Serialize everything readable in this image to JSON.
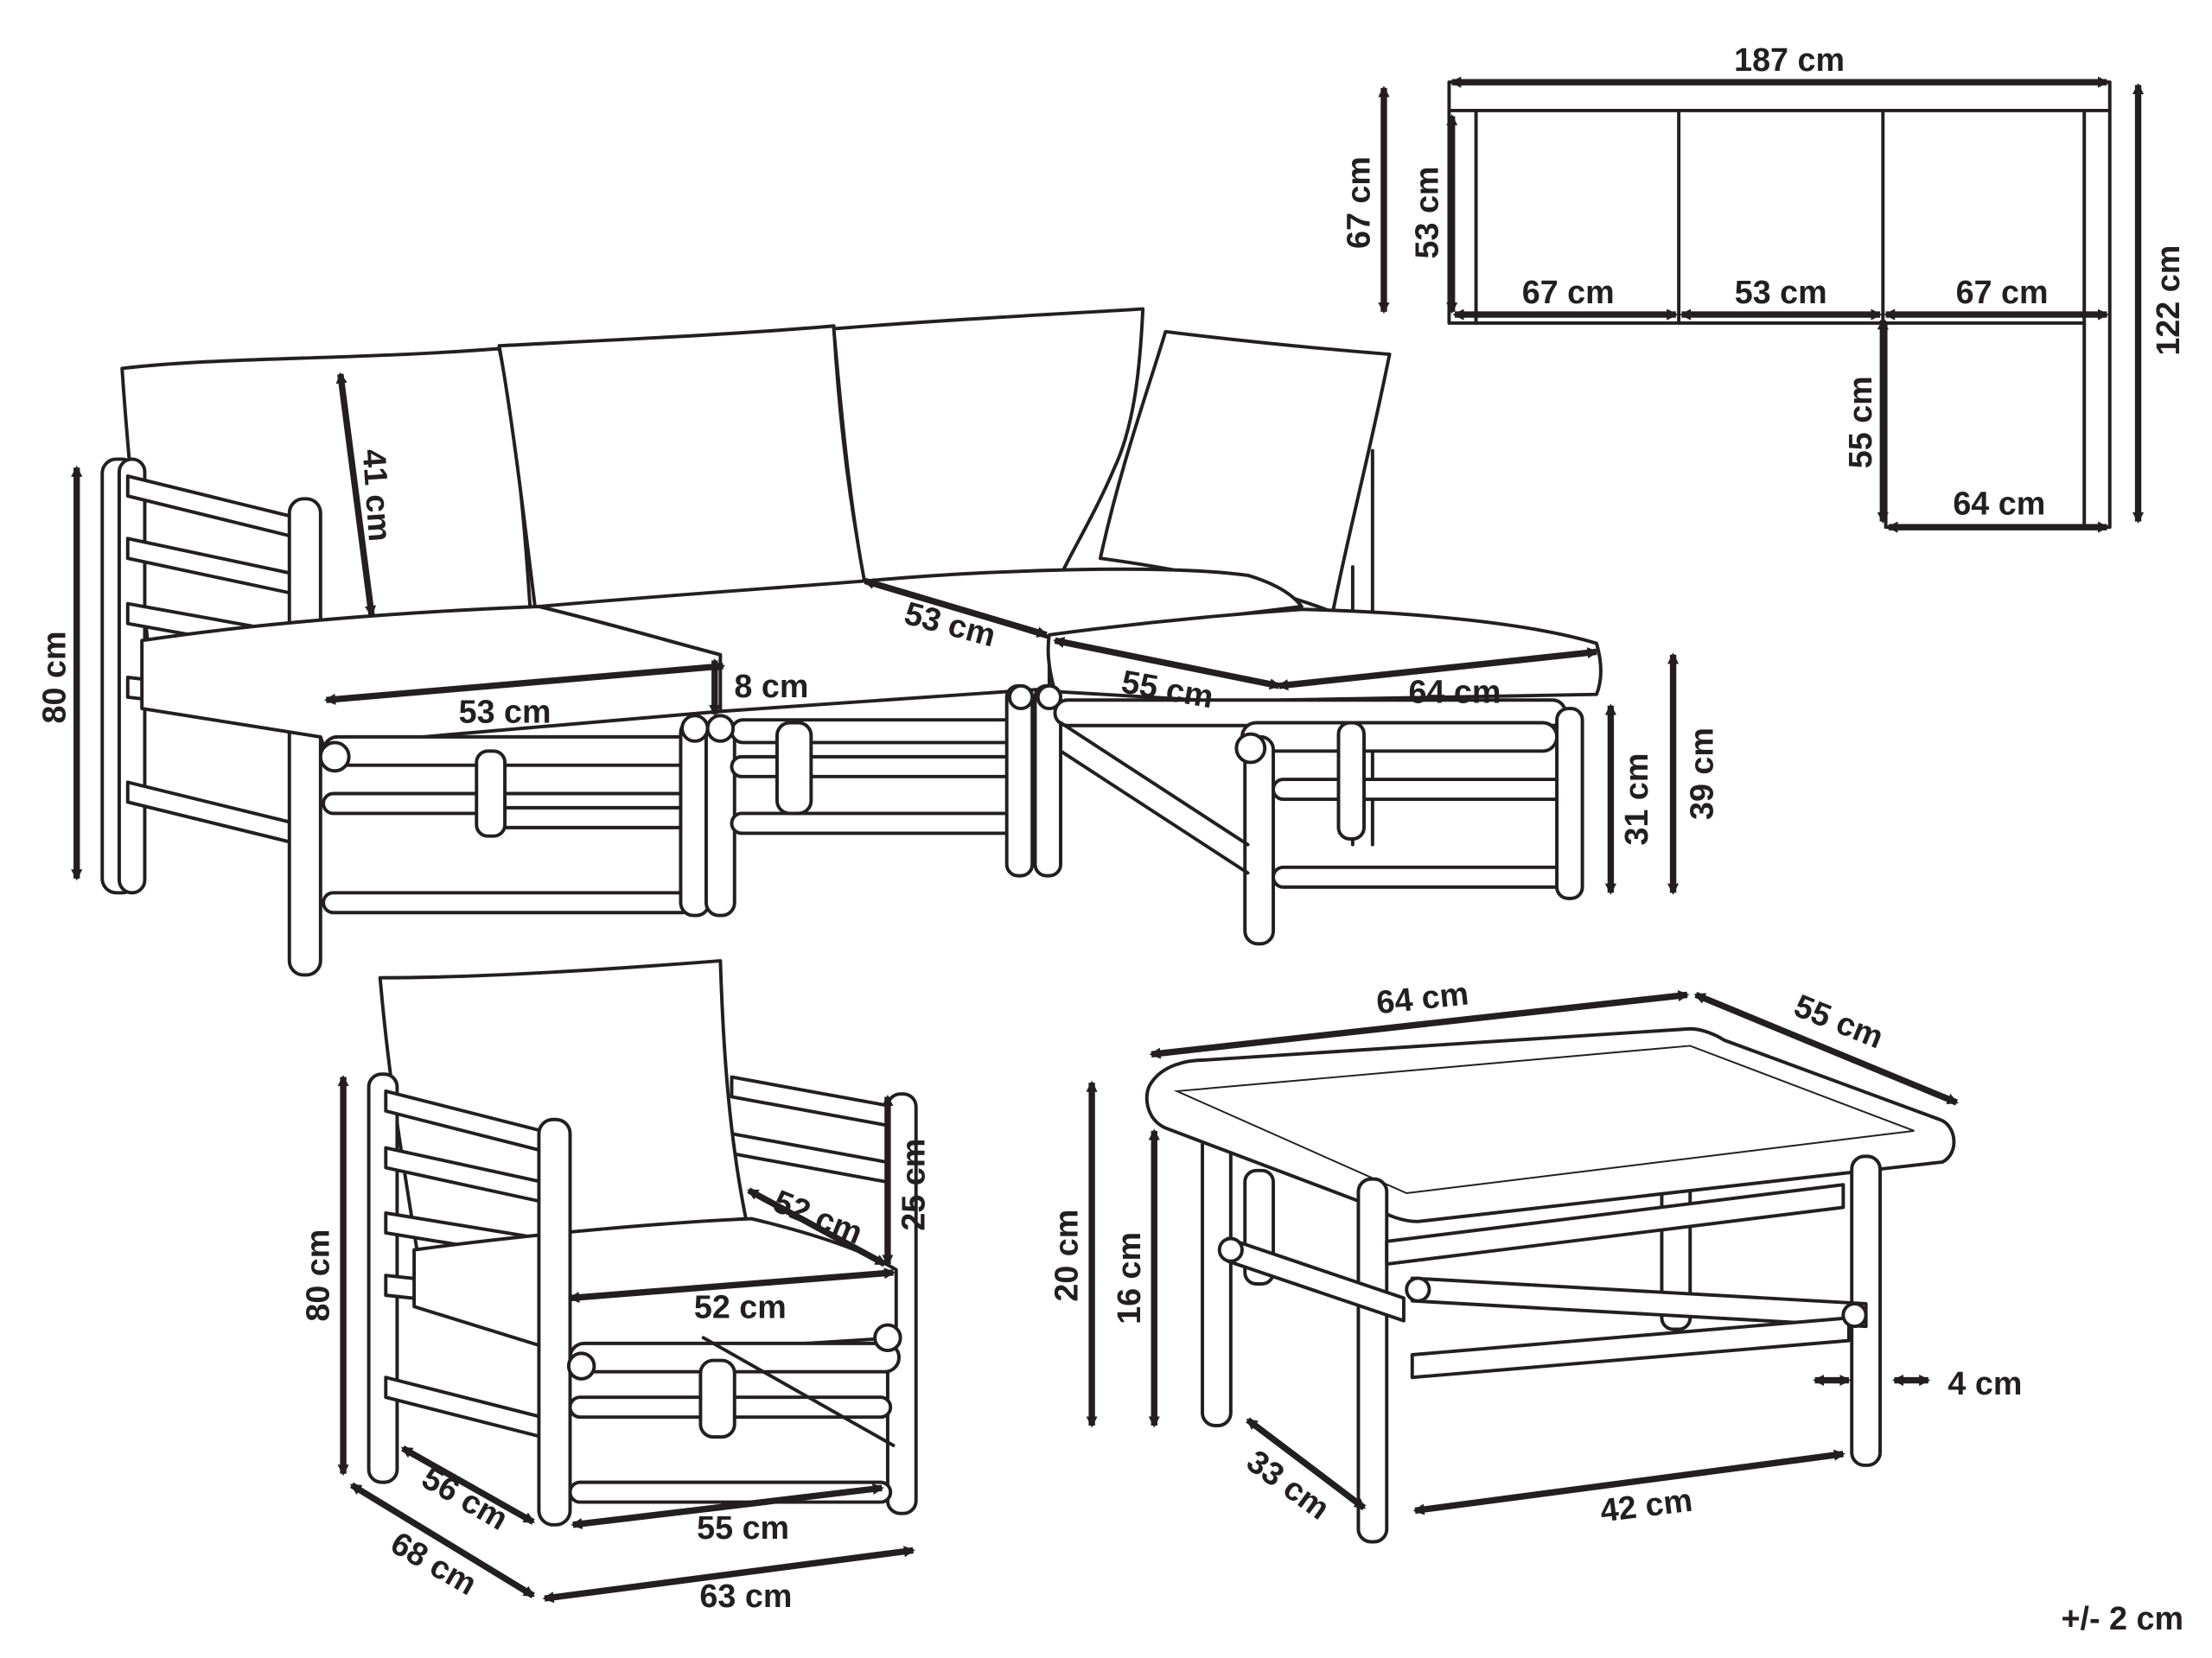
{
  "colors": {
    "ink": "#231f20",
    "paper": "#ffffff"
  },
  "layout_plan": {
    "total_width": "187 cm",
    "total_depth": "122 cm",
    "depth_left": "67 cm",
    "back_depth": "53 cm",
    "seg_left": "67 cm",
    "seg_middle": "53 cm",
    "seg_right": "67 cm",
    "ottoman_depth": "55 cm",
    "ottoman_width": "64 cm"
  },
  "sofa": {
    "height": "80 cm",
    "backrest": "41 cm",
    "seat_width": "53 cm",
    "gap": "8 cm",
    "middle_seat": "53 cm",
    "ottoman_depth": "55 cm",
    "ottoman_width": "64 cm",
    "seat_height": "31 cm",
    "ottoman_height": "39 cm"
  },
  "chair": {
    "height": "80 cm",
    "armrest": "25 cm",
    "seat_depth": "52 cm",
    "seat_width": "52 cm",
    "inner_depth": "56 cm",
    "inner_width": "55 cm",
    "outer_depth": "68 cm",
    "outer_width": "63 cm"
  },
  "table": {
    "width": "64 cm",
    "depth": "55 cm",
    "height": "20 cm",
    "leg_height": "16 cm",
    "leg_thickness": "4 cm",
    "inner_depth": "33 cm",
    "inner_width": "42 cm"
  },
  "tolerance": "+/- 2 cm"
}
